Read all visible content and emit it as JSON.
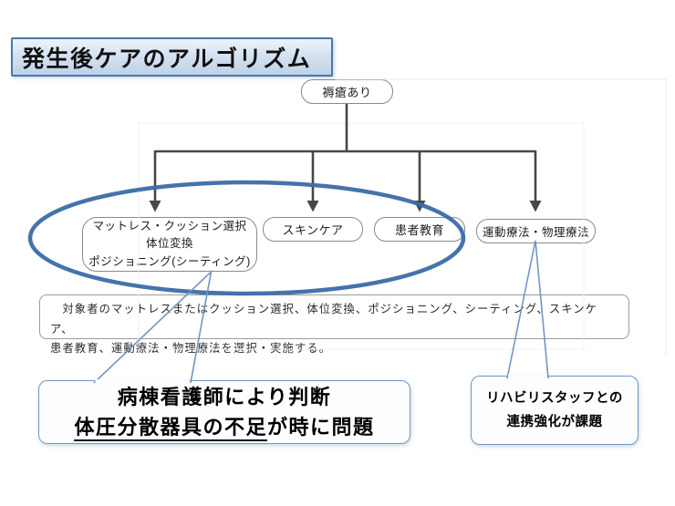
{
  "slide": {
    "title": "発生後ケアのアルゴリズム"
  },
  "flowchart": {
    "root": "褥瘡あり",
    "branches": [
      "マットレス・クッション選択\n体位変換\nポジショニング(シーティング)",
      "スキンケア",
      "患者教育",
      "運動療法・物理療法"
    ]
  },
  "summary_note": "　対象者のマットレスまたはクッション選択、体位変換、ポジショニング、シーティング、スキンケア、\n患者教育、運動療法・物理療法を選択・実施する。",
  "callouts": {
    "nurse": {
      "line1": "病棟看護師により判断",
      "line2_underlined": "体圧分散器具の不足",
      "line2_rest": "が時に問題"
    },
    "rehab": "リハビリスタッフとの\n連携強化が課題"
  },
  "colors": {
    "connector": "#474747",
    "ellipse": "#3b6ca8",
    "callout_border": "#7296c5",
    "callout_fill": "#fbfdff",
    "title_border": "#4a77ae",
    "node_border": "#8a8a8a",
    "scan_artifact": "#eae8e4"
  }
}
